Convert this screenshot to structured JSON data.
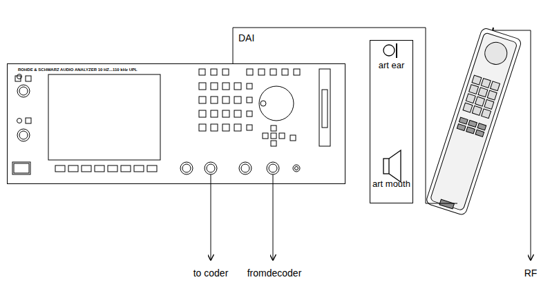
{
  "diagram": {
    "nodes": [
      {
        "text": [
          "ROHDE & SCHWARZ AUDIO ANALYZER 10 HZ...110 kHz UPL"
        ]
      },
      {
        "text": [
          "art ear",
          "art mouth"
        ]
      }
    ],
    "labels": [
      "DAI",
      "to coder",
      "fromdecoder",
      "RF"
    ]
  }
}
